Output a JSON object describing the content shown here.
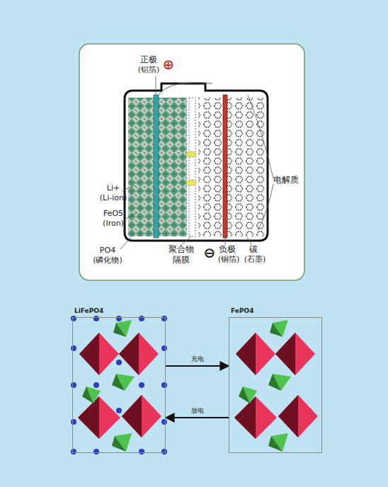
{
  "diagram": {
    "nodes": [
      {
        "text": [
          "LiFePO4"
        ]
      },
      {
        "text": [
          "FePO4"
        ]
      }
    ],
    "edges": [
      {
        "from": 0,
        "to": 1,
        "label": "充电",
        "arrow": "to"
      },
      {
        "from": 1,
        "to": 0,
        "label": "放电",
        "arrow": "to"
      }
    ],
    "labels": [
      "正极",
      "(铝箔)",
      "⊕",
      "Li+",
      "(Li-ion)",
      "FeO5",
      "(Iron)",
      "PO4",
      "(磷化物)",
      "聚合物",
      "隔膜",
      "⊖",
      "负极",
      "(铜箔)",
      "碳",
      "(石墨)",
      "电解质"
    ]
  }
}
